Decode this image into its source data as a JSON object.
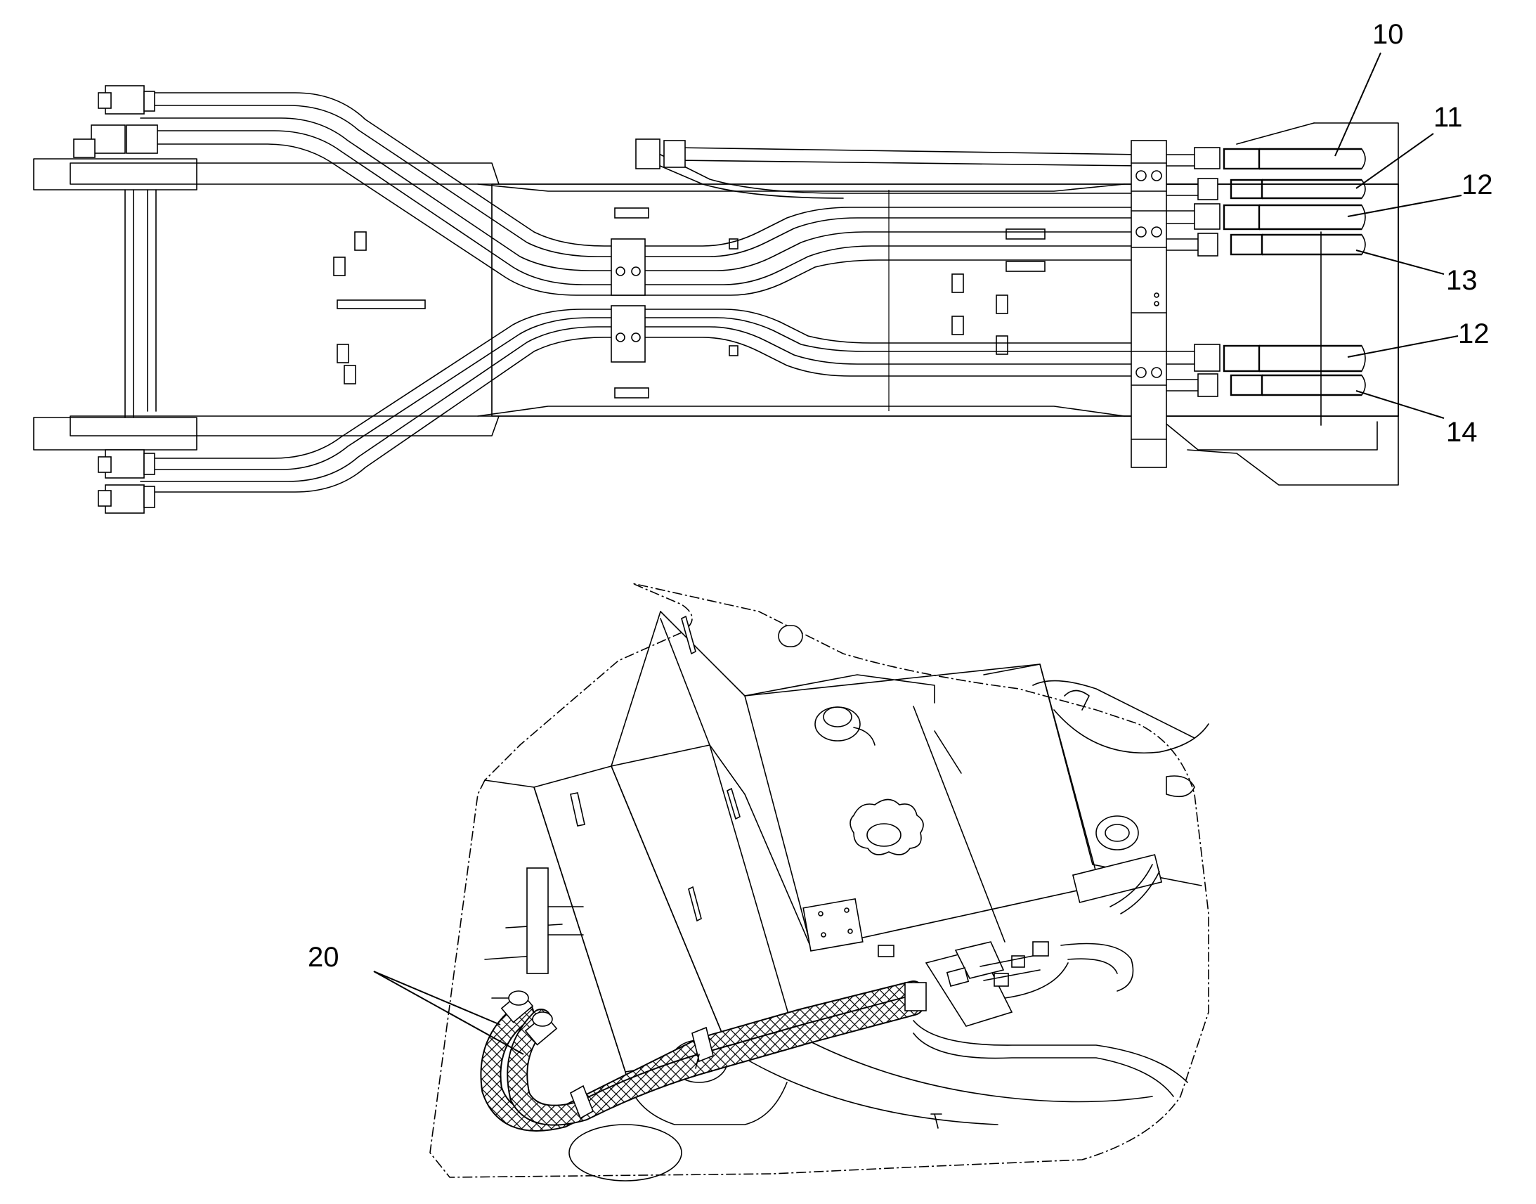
{
  "callouts": {
    "c10": "10",
    "c11": "11",
    "c12a": "12",
    "c13": "13",
    "c12b": "12",
    "c14": "14",
    "c20": "20"
  }
}
